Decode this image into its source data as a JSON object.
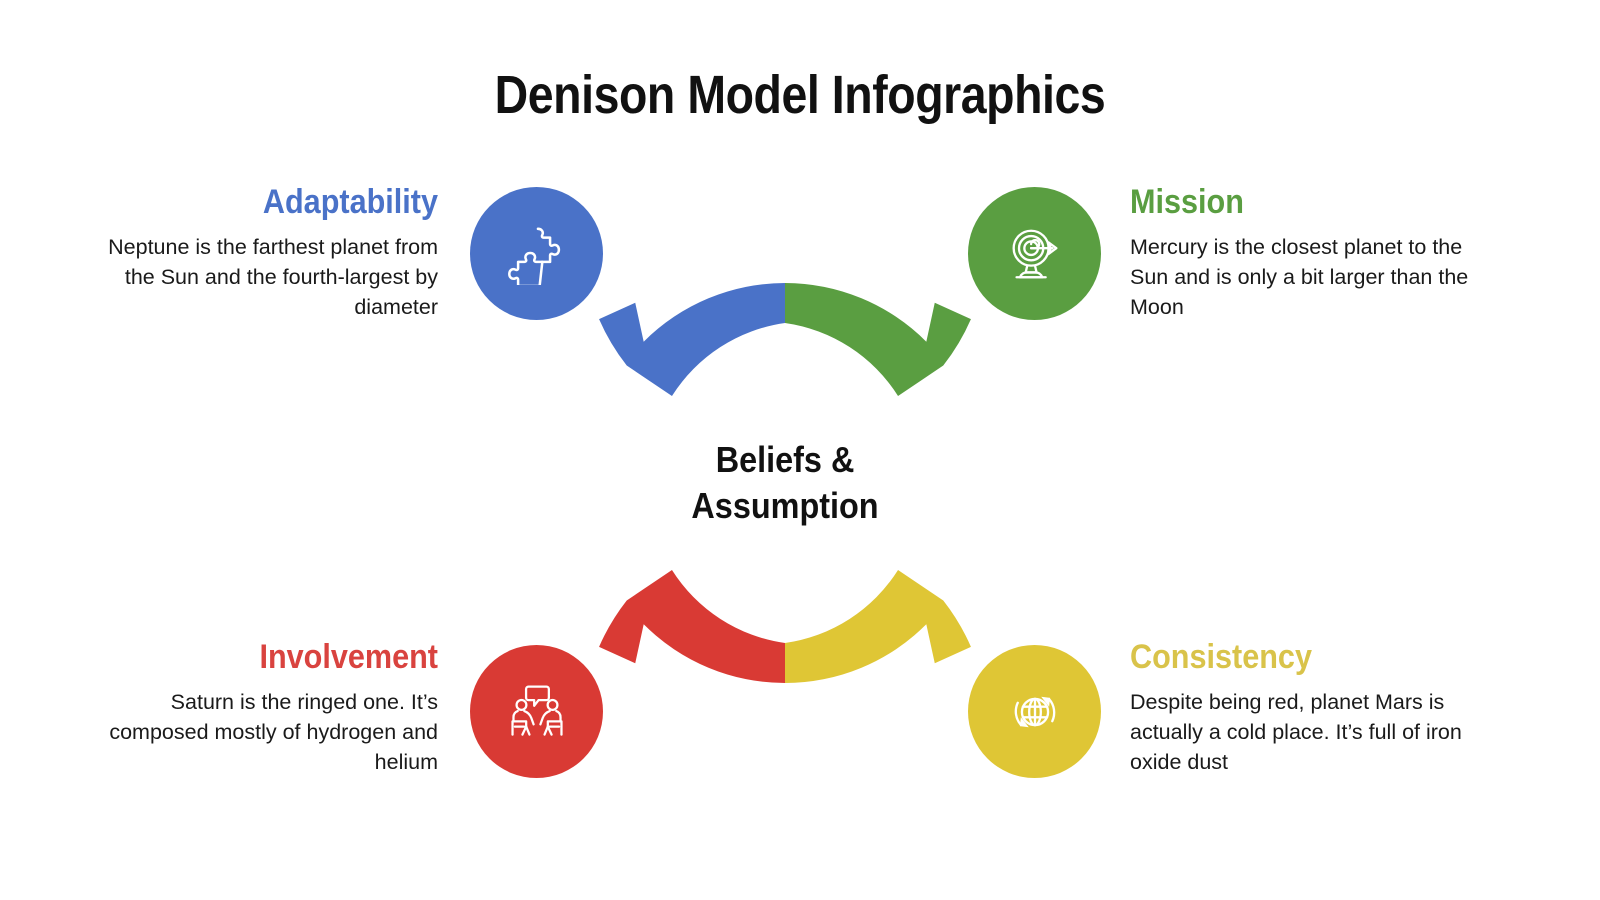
{
  "page": {
    "title": "Denison Model Infographics",
    "background": "#ffffff"
  },
  "center": {
    "line1": "Beliefs &",
    "line2": "Assumption"
  },
  "colors": {
    "blue": "#4a72c8",
    "green": "#5a9e41",
    "yellow": "#dfc635",
    "red": "#d93a34",
    "heading_blue": "#4a72c8",
    "heading_green": "#5a9e41",
    "heading_yellow": "#d9c34a",
    "heading_red": "#d9433f",
    "text": "#1a1a1a",
    "title": "#111111",
    "icon_stroke": "#ffffff"
  },
  "quadrants": [
    {
      "id": "adaptability",
      "heading": "Adaptability",
      "body": "Neptune is the farthest planet from the Sun and the fourth-largest by diameter",
      "color": "#4a72c8",
      "icon": "puzzle-icon",
      "position": "top-left"
    },
    {
      "id": "mission",
      "heading": "Mission",
      "body": "Mercury is the closest planet to the Sun and is only a bit larger than the Moon",
      "color": "#5a9e41",
      "icon": "target-icon",
      "position": "top-right"
    },
    {
      "id": "involvement",
      "heading": "Involvement",
      "body": "Saturn is the ringed one. It’s composed mostly of hydrogen and helium",
      "color": "#d93a34",
      "icon": "discussion-icon",
      "position": "bottom-left"
    },
    {
      "id": "consistency",
      "heading": "Consistency",
      "body": "Despite being red, planet Mars is actually a cold place. It’s full of iron oxide dust",
      "color": "#dfc635",
      "icon": "globe-refresh-icon",
      "position": "bottom-right"
    }
  ]
}
